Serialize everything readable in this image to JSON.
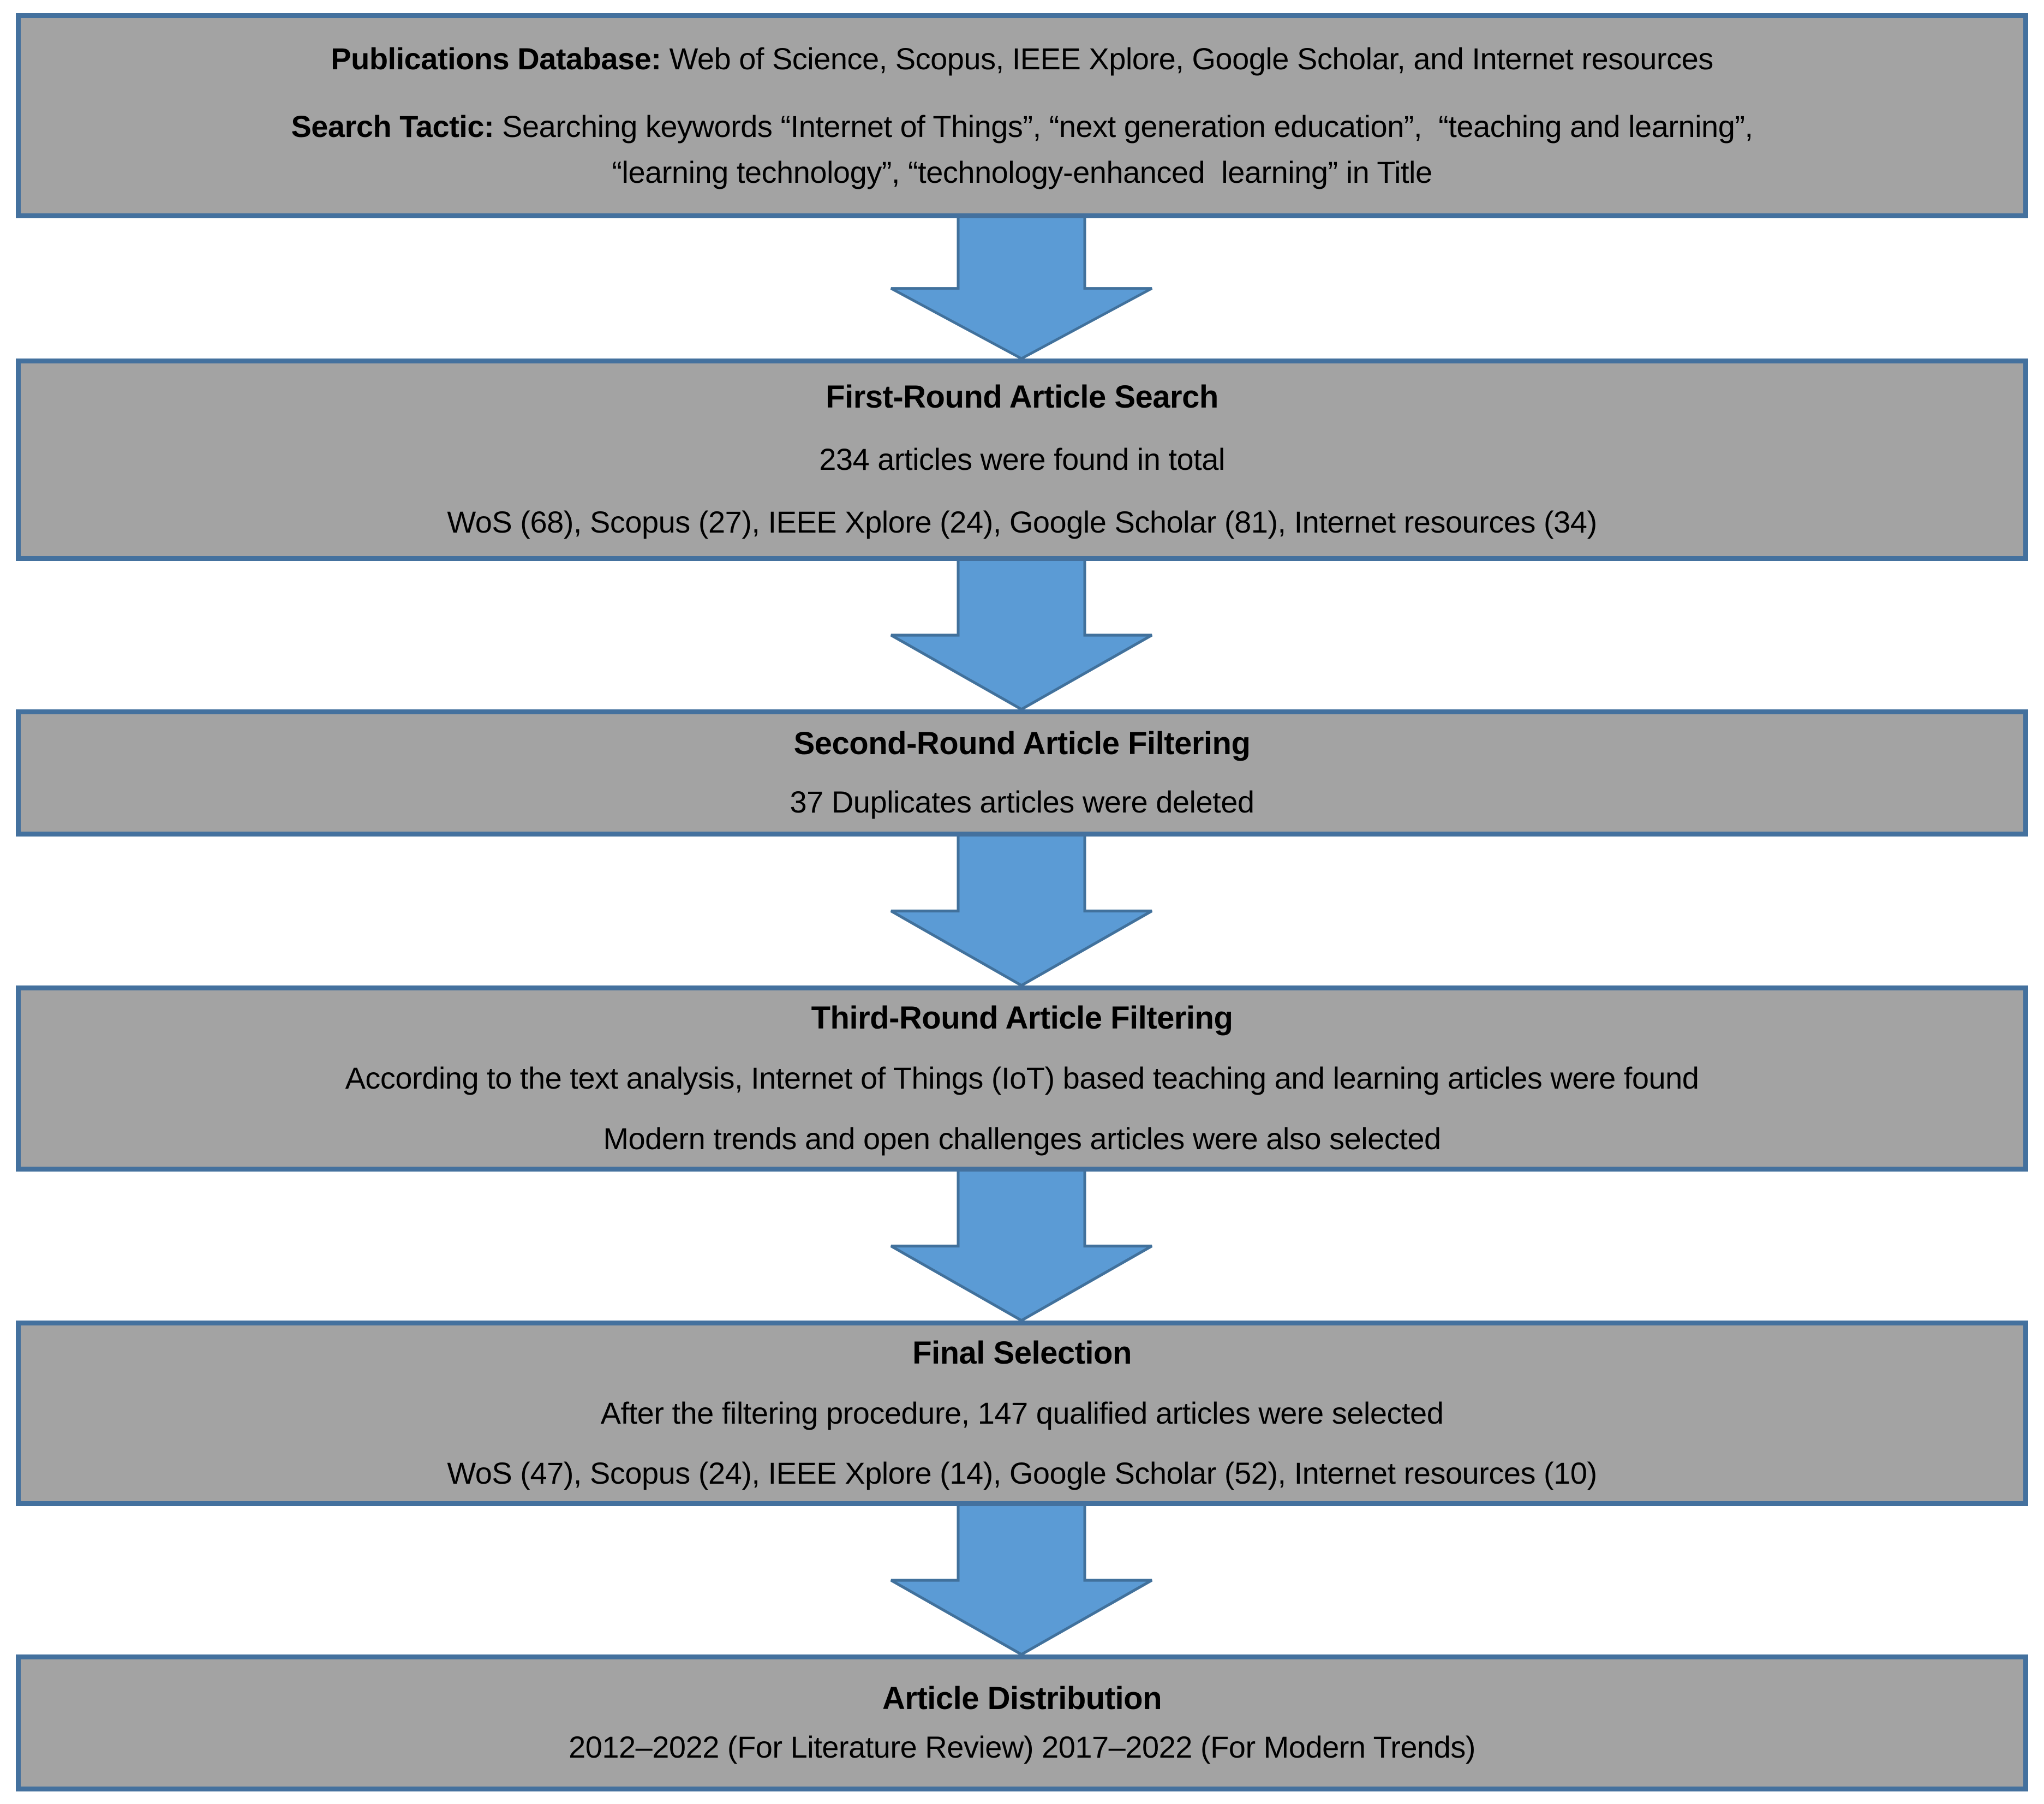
{
  "figure": {
    "type": "flow-diagram",
    "description": "Literature search and article selection flowchart",
    "colors": {
      "box_fill": "#a3a3a3",
      "box_border": "#44719e",
      "arrow_fill": "#5b9bd5",
      "arrow_border": "#41719c",
      "text": "#000000",
      "background": "#ffffff"
    },
    "arrows": {
      "count": 5,
      "icon": "down-block-arrow"
    }
  },
  "boxes": [
    {
      "name": "publications-database",
      "db_label": "Publications Database:",
      "db_text": " Web of Science, Scopus, IEEE Xplore, Google Scholar, and Internet resources",
      "tactic_label": "Search Tactic:",
      "tactic_line1": " Searching keywords “Internet of Things”, “next generation education”,  “teaching and learning”,",
      "tactic_line2": "“learning technology”, “technology-enhanced  learning” in Title"
    },
    {
      "name": "first-round-article-search",
      "title": "First-Round Article Search",
      "lines": [
        "234 articles were found in total",
        "WoS (68), Scopus (27), IEEE Xplore (24), Google Scholar (81), Internet resources (34)"
      ]
    },
    {
      "name": "second-round-article-filtering",
      "title": "Second-Round Article Filtering",
      "lines": [
        "37 Duplicates articles were deleted"
      ]
    },
    {
      "name": "third-round-article-filtering",
      "title": "Third-Round Article Filtering",
      "lines": [
        "According to the text analysis, Internet of Things (IoT) based teaching and learning articles were found",
        "Modern trends and open challenges articles were also selected"
      ]
    },
    {
      "name": "final-selection",
      "title": "Final Selection",
      "lines": [
        "After the filtering procedure, 147 qualified articles were selected",
        "WoS (47), Scopus (24), IEEE Xplore (14), Google Scholar (52), Internet resources (10)"
      ]
    },
    {
      "name": "article-distribution",
      "title": "Article Distribution",
      "lines": [
        "2012–2022 (For Literature Review) 2017–2022 (For Modern Trends)"
      ]
    }
  ]
}
